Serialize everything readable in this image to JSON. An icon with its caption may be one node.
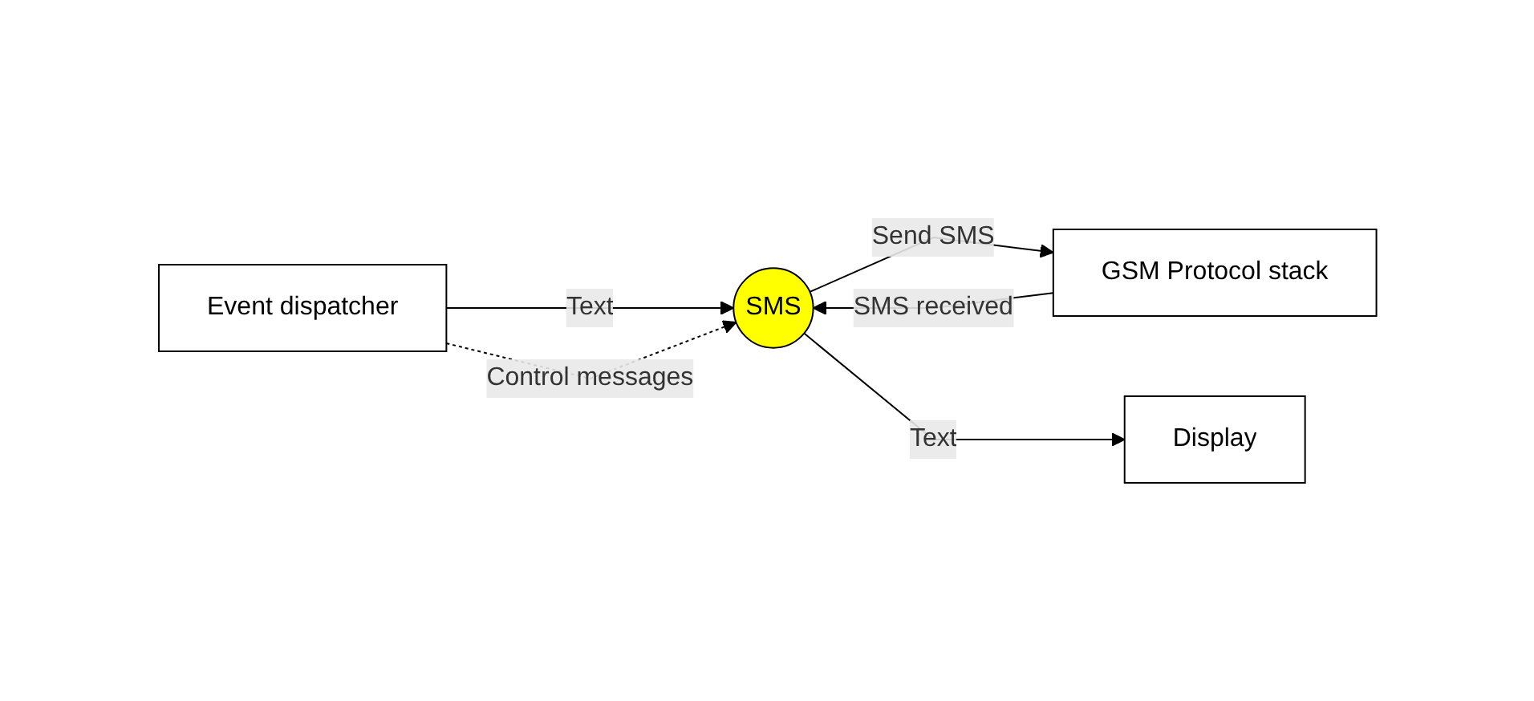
{
  "diagram": {
    "nodes": [
      {
        "text": [
          "Event dispatcher"
        ]
      },
      {
        "text": [
          "SMS"
        ]
      },
      {
        "text": [
          "GSM Protocol stack"
        ]
      },
      {
        "text": [
          "Display"
        ]
      }
    ],
    "edges": [
      {
        "from": 0,
        "to": 1,
        "arrow": "to",
        "label": "Text"
      },
      {
        "from": 0,
        "to": 1,
        "arrow": "to",
        "label": "Control messages",
        "style": "dashed"
      },
      {
        "from": 2,
        "to": 1,
        "arrow": "to",
        "label": "SMS received"
      },
      {
        "from": 1,
        "to": 2,
        "arrow": "to",
        "label": "Send SMS"
      },
      {
        "from": 1,
        "to": 3,
        "arrow": "to",
        "label": "Text"
      }
    ]
  }
}
